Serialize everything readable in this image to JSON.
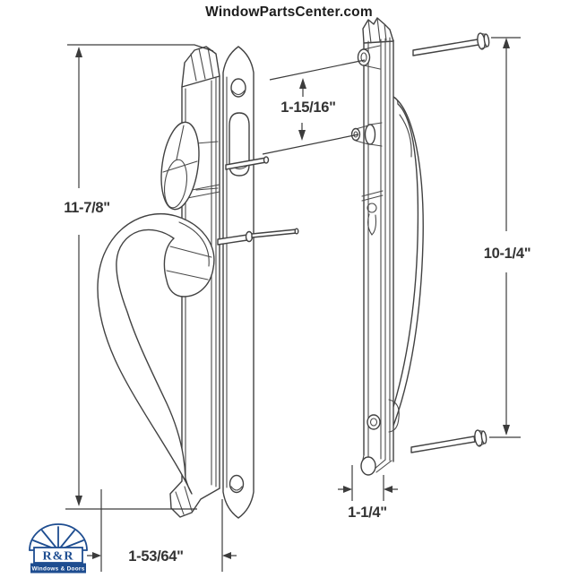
{
  "header": {
    "site_name": "WindowPartsCenter.com"
  },
  "drawing": {
    "stroke_color": "#424242",
    "dimensions": {
      "interior_height": "11-7/8\"",
      "cylinder_to_spindle": "1-15/16\"",
      "screw_hole_spacing": "10-1/4\"",
      "exterior_plate_width": "1-1/4\"",
      "interior_plate_width": "1-53/64\""
    }
  },
  "logo": {
    "initials": "R&R",
    "tagline": "Windows & Doors",
    "brand_color": "#1e4d90"
  }
}
